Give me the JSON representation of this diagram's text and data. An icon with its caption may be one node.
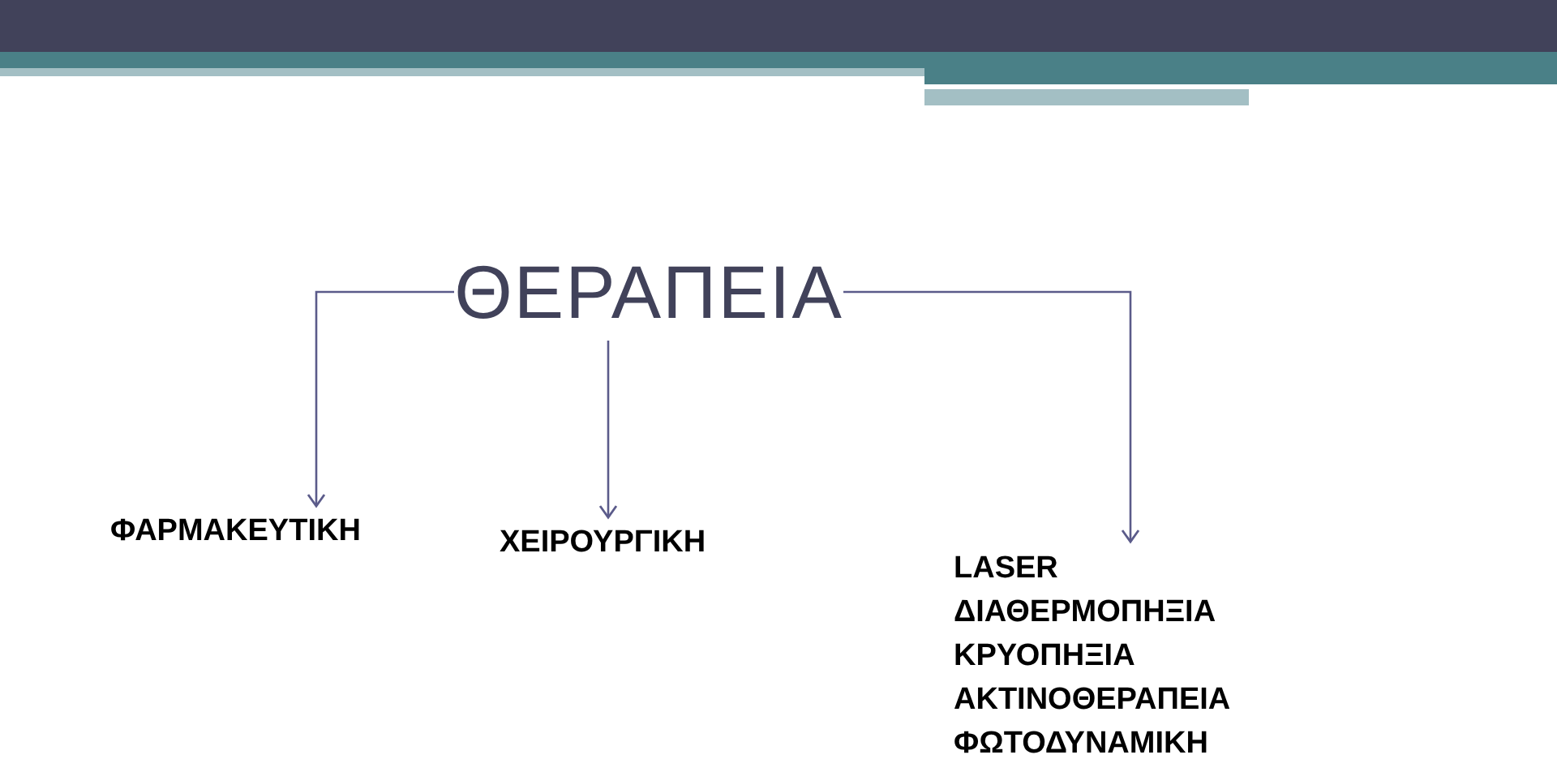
{
  "diagram": {
    "nodes": [
      {
        "text": [
          "ΘΕΡΑΠΕΙΑ"
        ]
      },
      {
        "text": [
          "ΦΑΡΜΑΚΕΥΤΙΚΗ"
        ]
      },
      {
        "text": [
          "ΧΕΙΡΟΥΡΓΙΚΗ"
        ]
      },
      {
        "text": [
          "LASER",
          "ΔΙΑΘΕΡΜΟΠΗΞΙΑ",
          "ΚΡΥΟΠΗΞΙΑ",
          "ΑΚΤΙΝΟΘΕΡΑΠΕΙΑ",
          "ΦΩΤΟΔΥΝΑΜΙΚΗ"
        ]
      }
    ],
    "edges": [
      {
        "from": 0,
        "to": 1,
        "arrow": "to"
      },
      {
        "from": 0,
        "to": 2,
        "arrow": "to"
      },
      {
        "from": 0,
        "to": 3,
        "arrow": "to"
      }
    ]
  }
}
